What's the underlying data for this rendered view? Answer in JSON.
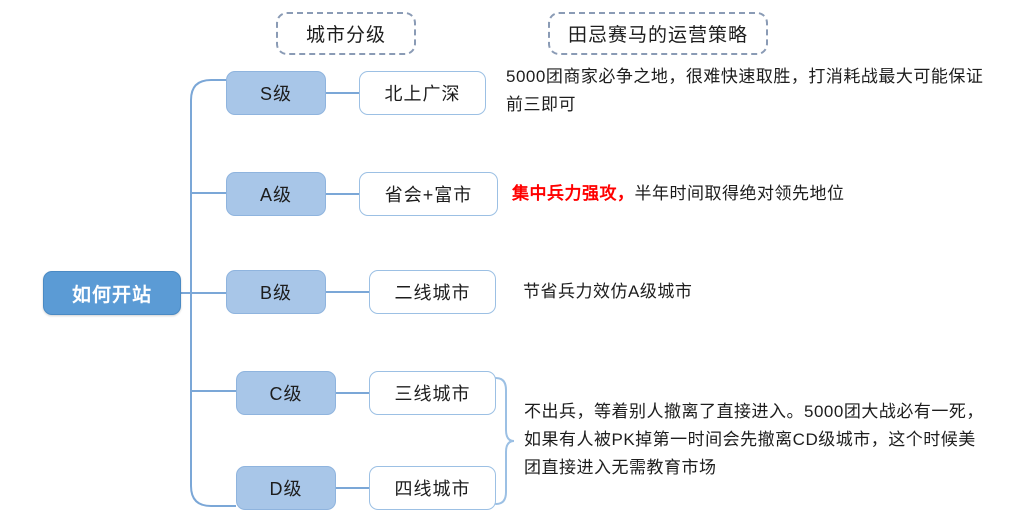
{
  "headers": [
    {
      "label": "城市分级"
    },
    {
      "label": "田忌赛马的运营策略"
    }
  ],
  "root": {
    "label": "如何开站"
  },
  "tiers": [
    {
      "tier_label": "S级",
      "city_label": "北上广深"
    },
    {
      "tier_label": "A级",
      "city_label": "省会+富市"
    },
    {
      "tier_label": "B级",
      "city_label": "二线城市"
    },
    {
      "tier_label": "C级",
      "city_label": "三线城市"
    },
    {
      "tier_label": "D级",
      "city_label": "四线城市"
    }
  ],
  "notes": {
    "s_note": "5000团商家必争之地，很难快速取胜，打消耗战最大可能保证前三即可",
    "a_note_accent": "集中兵力强攻，",
    "a_note_rest": "半年时间取得绝对领先地位",
    "b_note": "节省兵力效仿A级城市",
    "cd_note": "不出兵，等着别人撤离了直接进入。5000团大战必有一死，如果有人被PK掉第一时间会先撤离CD级城市，这个时候美团直接进入无需教育市场"
  },
  "colors": {
    "root_fill": "#5b9bd5",
    "tier_fill": "#a8c6e8",
    "line": "#7ba7d7",
    "accent_text": "#ff0000",
    "header_border": "#8a9bb5"
  }
}
